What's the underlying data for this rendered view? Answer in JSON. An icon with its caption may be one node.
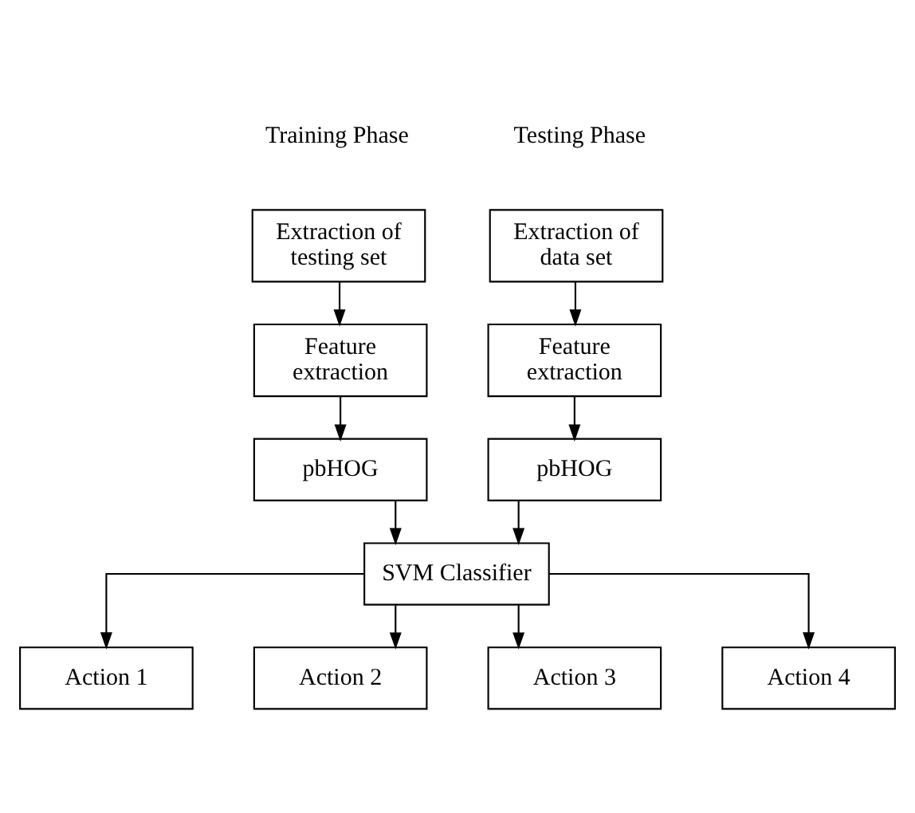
{
  "diagram": {
    "nodes": [
      {
        "text": [
          "Extraction of data set"
        ]
      },
      {
        "text": [
          "Feature extraction"
        ]
      },
      {
        "text": [
          "pbHOG"
        ]
      },
      {
        "text": [
          "Extraction of testing set"
        ]
      },
      {
        "text": [
          "Feature extraction"
        ]
      },
      {
        "text": [
          "pbHOG"
        ]
      },
      {
        "text": [
          "SVM Classifier"
        ]
      },
      {
        "text": [
          "Action 1"
        ]
      },
      {
        "text": [
          "Action 2"
        ]
      },
      {
        "text": [
          "Action 3"
        ]
      },
      {
        "text": [
          "Action 4"
        ]
      }
    ],
    "edges": [
      {
        "from": 0,
        "to": 1,
        "arrow": "to"
      },
      {
        "from": 1,
        "to": 2,
        "arrow": "to"
      },
      {
        "from": 2,
        "to": 6,
        "arrow": "to"
      },
      {
        "from": 3,
        "to": 4,
        "arrow": "to"
      },
      {
        "from": 4,
        "to": 5,
        "arrow": "to"
      },
      {
        "from": 5,
        "to": 6,
        "arrow": "to"
      },
      {
        "from": 6,
        "to": 7,
        "arrow": "to"
      },
      {
        "from": 6,
        "to": 8,
        "arrow": "to"
      },
      {
        "from": 6,
        "to": 9,
        "arrow": "to"
      },
      {
        "from": 6,
        "to": 10,
        "arrow": "to"
      }
    ],
    "labels": [
      "Testing Phase",
      "Training Phase"
    ]
  }
}
